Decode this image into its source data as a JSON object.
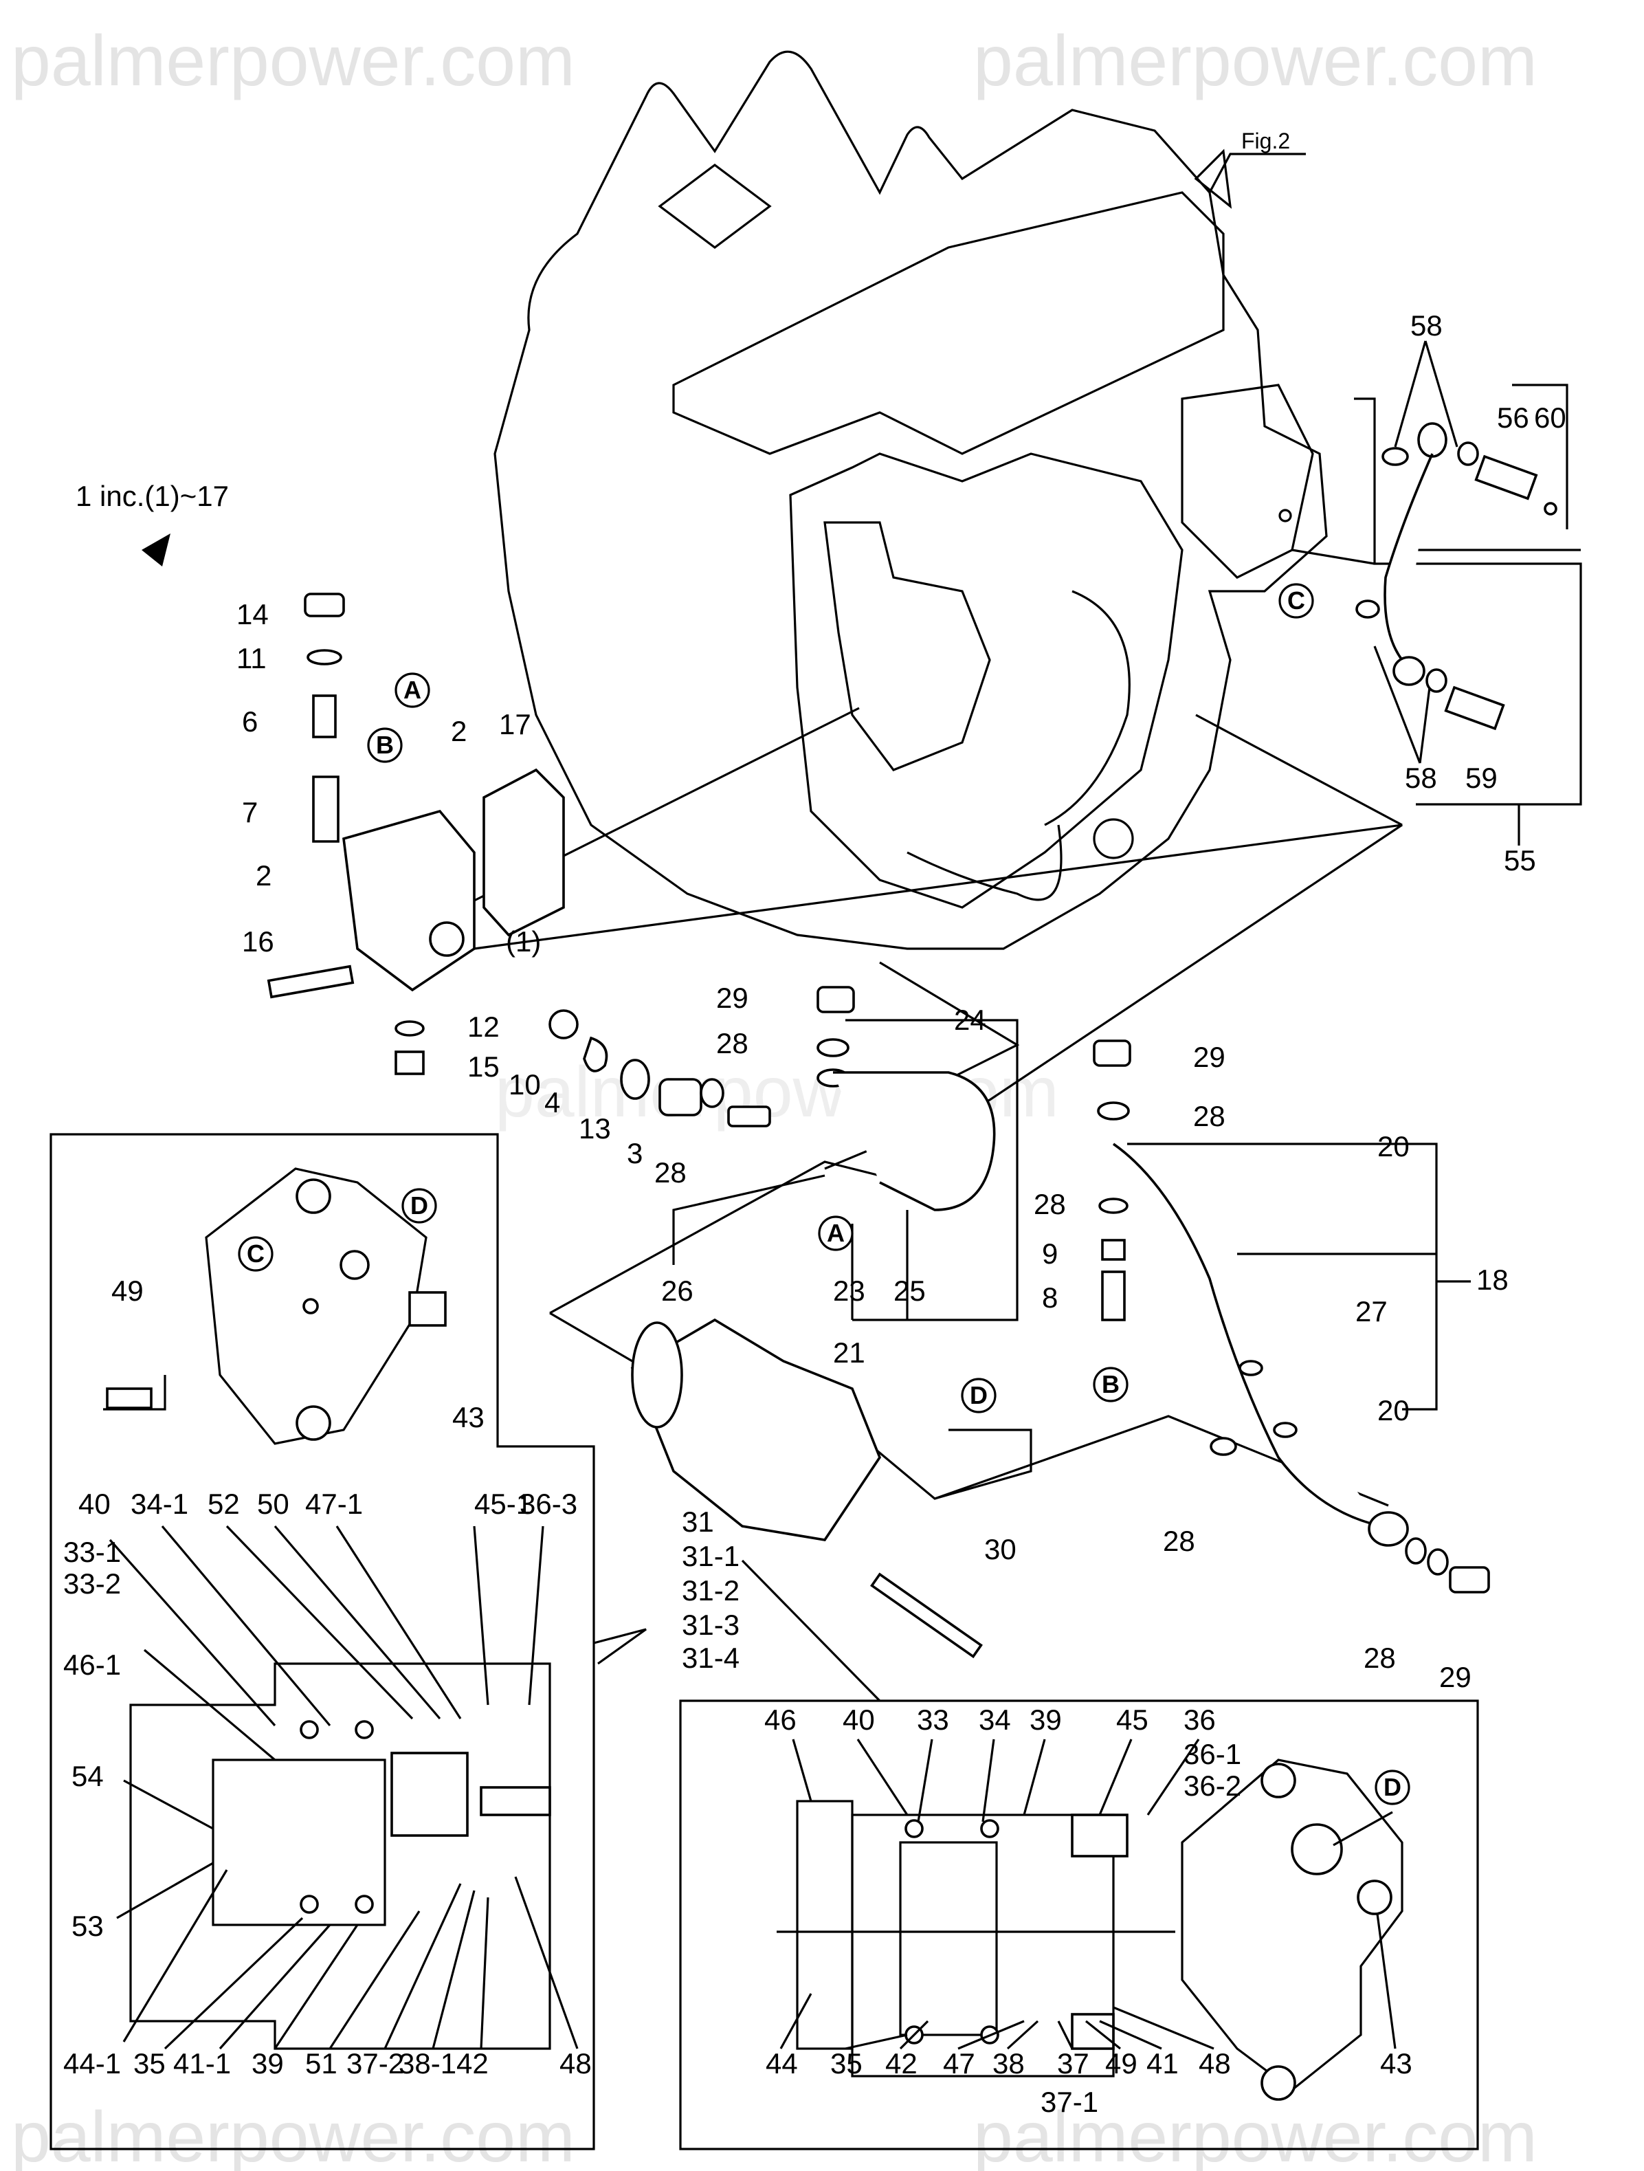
{
  "watermark": "palmerpower.com",
  "figure_ref": "Fig.2",
  "assembly_note": "1 inc.(1)~17",
  "labels": [
    {
      "text": "14"
    },
    {
      "text": "11"
    },
    {
      "text": "6"
    },
    {
      "text": "2"
    },
    {
      "text": "17"
    },
    {
      "text": "7"
    },
    {
      "text": "2"
    },
    {
      "text": "16"
    },
    {
      "text": "(1)"
    },
    {
      "text": "12"
    },
    {
      "text": "15"
    },
    {
      "text": "10"
    },
    {
      "text": "4"
    },
    {
      "text": "13"
    },
    {
      "text": "3"
    },
    {
      "text": "28"
    },
    {
      "text": "29"
    },
    {
      "text": "28"
    },
    {
      "text": "24"
    },
    {
      "text": "26"
    },
    {
      "text": "23"
    },
    {
      "text": "25"
    },
    {
      "text": "21"
    },
    {
      "text": "29"
    },
    {
      "text": "28"
    },
    {
      "text": "20"
    },
    {
      "text": "28"
    },
    {
      "text": "9"
    },
    {
      "text": "8"
    },
    {
      "text": "18"
    },
    {
      "text": "27"
    },
    {
      "text": "20"
    },
    {
      "text": "28"
    },
    {
      "text": "30"
    },
    {
      "text": "31"
    },
    {
      "text": "31-1"
    },
    {
      "text": "31-2"
    },
    {
      "text": "31-3"
    },
    {
      "text": "31-4"
    },
    {
      "text": "28"
    },
    {
      "text": "29"
    },
    {
      "text": "58"
    },
    {
      "text": "56"
    },
    {
      "text": "60"
    },
    {
      "text": "58"
    },
    {
      "text": "59"
    },
    {
      "text": "55"
    },
    {
      "text": "49"
    },
    {
      "text": "43"
    },
    {
      "text": "40"
    },
    {
      "text": "34-1"
    },
    {
      "text": "52"
    },
    {
      "text": "50"
    },
    {
      "text": "47-1"
    },
    {
      "text": "45-1"
    },
    {
      "text": "36-3"
    },
    {
      "text": "33-1"
    },
    {
      "text": "33-2"
    },
    {
      "text": "46-1"
    },
    {
      "text": "54"
    },
    {
      "text": "53"
    },
    {
      "text": "44-1"
    },
    {
      "text": "35"
    },
    {
      "text": "41-1"
    },
    {
      "text": "39"
    },
    {
      "text": "51"
    },
    {
      "text": "37-2"
    },
    {
      "text": "38-1"
    },
    {
      "text": "42"
    },
    {
      "text": "48"
    },
    {
      "text": "46"
    },
    {
      "text": "40"
    },
    {
      "text": "33"
    },
    {
      "text": "34"
    },
    {
      "text": "39"
    },
    {
      "text": "45"
    },
    {
      "text": "36"
    },
    {
      "text": "36-1"
    },
    {
      "text": "36-2"
    },
    {
      "text": "44"
    },
    {
      "text": "35"
    },
    {
      "text": "42"
    },
    {
      "text": "47"
    },
    {
      "text": "38"
    },
    {
      "text": "37"
    },
    {
      "text": "49"
    },
    {
      "text": "41"
    },
    {
      "text": "48"
    },
    {
      "text": "43"
    },
    {
      "text": "37-1"
    }
  ],
  "reference_markers": [
    {
      "text": "A"
    },
    {
      "text": "B"
    },
    {
      "text": "C"
    },
    {
      "text": "A"
    },
    {
      "text": "B"
    },
    {
      "text": "D"
    },
    {
      "text": "C"
    },
    {
      "text": "D"
    },
    {
      "text": "D"
    }
  ]
}
